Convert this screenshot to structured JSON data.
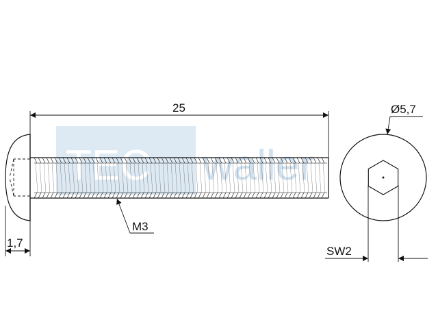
{
  "watermark": {
    "text": "TEC",
    "text2": "waller"
  },
  "dimensions": {
    "length": "25",
    "head_height": "1,7",
    "thread": "M3",
    "head_diameter": "Ø5,7",
    "socket": "SW2"
  },
  "colors": {
    "line": "#111111",
    "watermark_block": "#dde9f3",
    "watermark_text": "#cfe0ee"
  }
}
